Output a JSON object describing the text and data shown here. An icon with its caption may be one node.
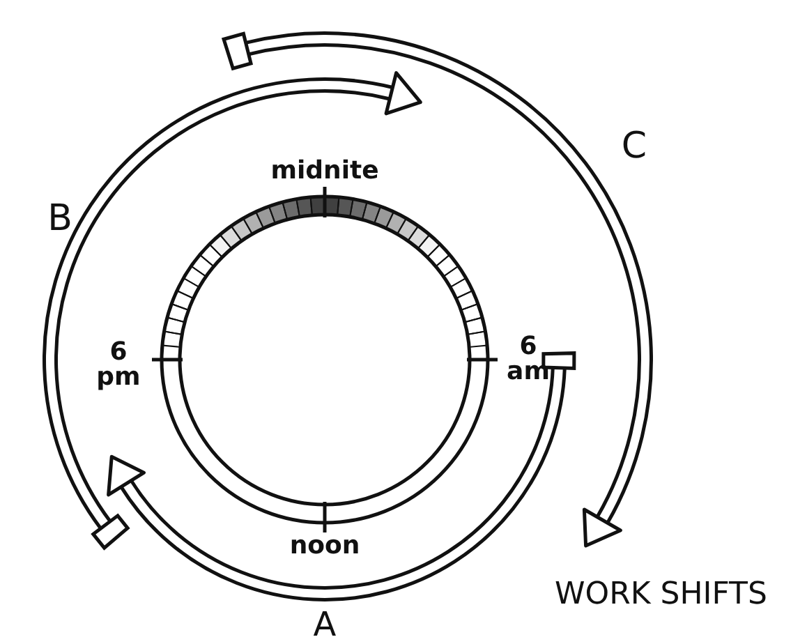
{
  "diagram": {
    "caption": "WORK SHIFTS",
    "labels": [
      "C",
      "midnite",
      "B",
      "6 pm",
      "6 am",
      "noon",
      "A"
    ]
  }
}
